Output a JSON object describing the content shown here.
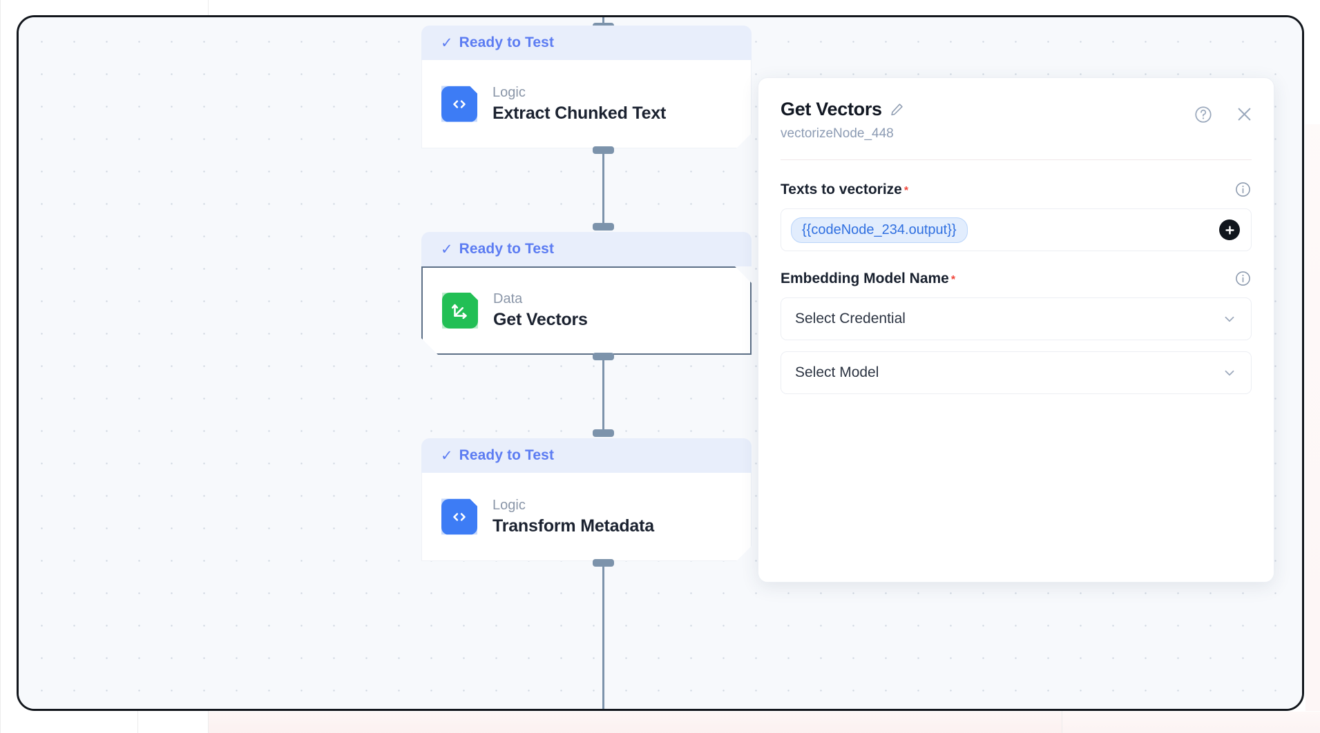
{
  "canvas": {
    "nodes": [
      {
        "status": "Ready to Test",
        "kind": "Logic",
        "title": "Extract Chunked Text",
        "icon": "code-icon",
        "icon_color": "#3d7cf5",
        "selected": false
      },
      {
        "status": "Ready to Test",
        "kind": "Data",
        "title": "Get Vectors",
        "icon": "vector-axes-icon",
        "icon_color": "#22bf55",
        "selected": true
      },
      {
        "status": "Ready to Test",
        "kind": "Logic",
        "title": "Transform Metadata",
        "icon": "code-icon",
        "icon_color": "#3d7cf5",
        "selected": false
      }
    ]
  },
  "panel": {
    "title": "Get Vectors",
    "subtitle": "vectorizeNode_448",
    "edit_icon": "pencil-icon",
    "help_icon": "help-circle-icon",
    "close_icon": "close-icon",
    "fields": {
      "texts": {
        "label": "Texts to vectorize",
        "required": "*",
        "info_icon": "info-icon",
        "chips": [
          "{{codeNode_234.output}}"
        ],
        "add_icon": "plus-icon"
      },
      "embedding": {
        "label": "Embedding Model Name",
        "required": "*",
        "info_icon": "info-icon",
        "credential_value": "Select Credential",
        "model_value": "Select Model",
        "chevron_icon": "chevron-down-icon"
      }
    }
  },
  "colors": {
    "accent_blue": "#5c7cf2",
    "status_bg": "#e8eefb",
    "logic_icon": "#3d7cf5",
    "data_icon": "#22bf55",
    "required_red": "#f0453a",
    "canvas_bg": "#f7f9fc"
  }
}
